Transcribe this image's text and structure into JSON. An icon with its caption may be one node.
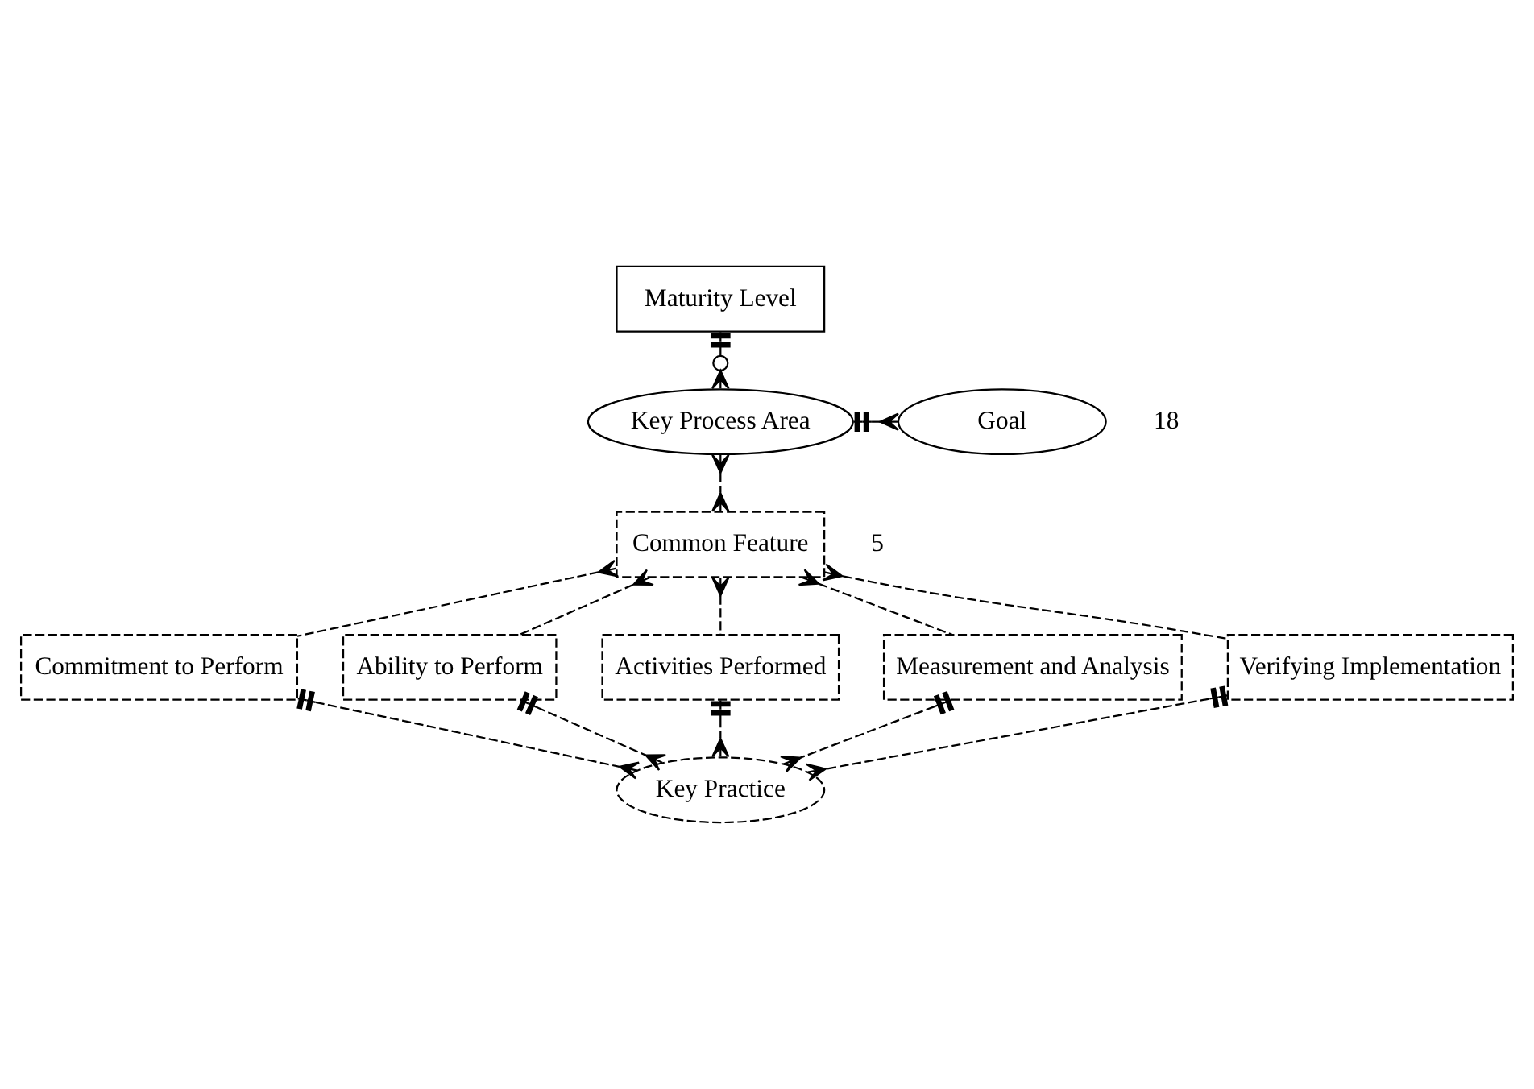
{
  "diagram": {
    "nodes": [
      {
        "text": [
          "Maturity Level"
        ]
      },
      {
        "text": [
          "Key Process Area"
        ]
      },
      {
        "text": [
          "Goal"
        ]
      },
      {
        "text": [
          "Common Feature"
        ]
      },
      {
        "text": [
          "Commitment to Perform"
        ]
      },
      {
        "text": [
          "Ability to Perform"
        ]
      },
      {
        "text": [
          "Activities Performed"
        ]
      },
      {
        "text": [
          "Measurement and Analysis"
        ]
      },
      {
        "text": [
          "Verifying Implementation"
        ]
      },
      {
        "text": [
          "Key Practice"
        ]
      }
    ],
    "edges": [
      {
        "from": 0,
        "to": 1,
        "arrow": "other"
      },
      {
        "from": 1,
        "to": 2,
        "arrow": "other"
      },
      {
        "from": 1,
        "to": 3,
        "arrow": "other",
        "style": "dashed"
      },
      {
        "from": 3,
        "to": 4,
        "arrow": "other",
        "style": "dashed"
      },
      {
        "from": 3,
        "to": 5,
        "arrow": "other",
        "style": "dashed"
      },
      {
        "from": 3,
        "to": 6,
        "arrow": "other",
        "style": "dashed"
      },
      {
        "from": 3,
        "to": 7,
        "arrow": "other",
        "style": "dashed"
      },
      {
        "from": 3,
        "to": 8,
        "arrow": "other",
        "style": "dashed"
      },
      {
        "from": 4,
        "to": 9,
        "arrow": "other",
        "style": "dashed"
      },
      {
        "from": 5,
        "to": 9,
        "arrow": "other",
        "style": "dashed"
      },
      {
        "from": 6,
        "to": 9,
        "arrow": "other",
        "style": "dashed"
      },
      {
        "from": 7,
        "to": 9,
        "arrow": "other",
        "style": "dashed"
      },
      {
        "from": 8,
        "to": 9,
        "arrow": "other",
        "style": "dashed"
      }
    ],
    "labels": [
      "18",
      "5"
    ]
  }
}
